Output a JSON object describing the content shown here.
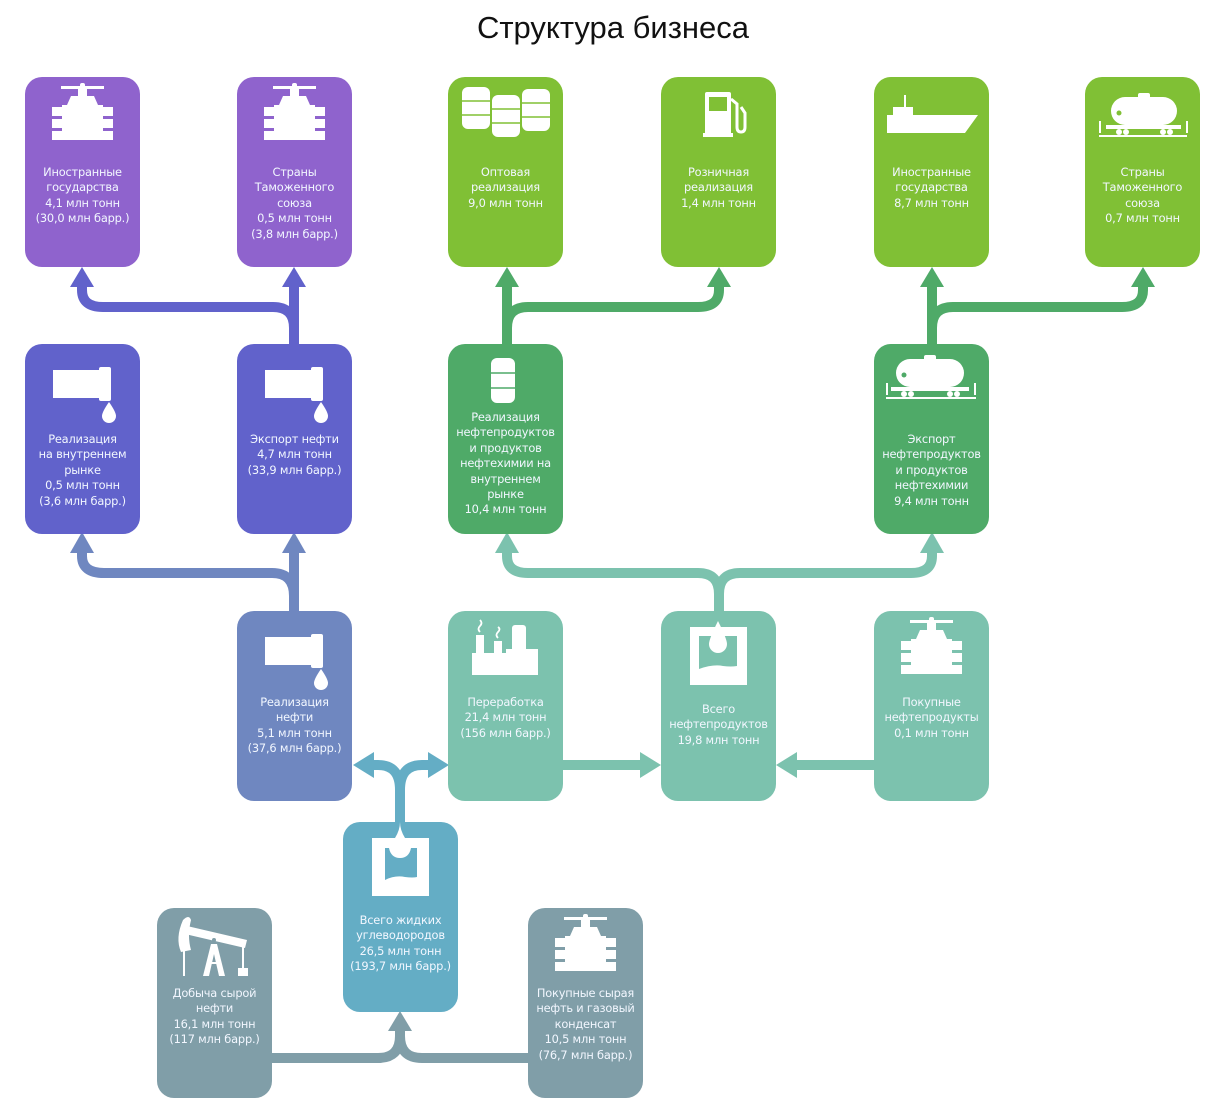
{
  "title": "Структура бизнеса",
  "colors": {
    "purple": "#8f63cd",
    "indigo": "#6162cb",
    "slate_blue": "#6f87c0",
    "lime": "#80c035",
    "green": "#4faa68",
    "teal": "#7cc2ae",
    "cyan": "#64adc5",
    "gray_blue": "#809ea8"
  },
  "nodes": {
    "crude_foreign": {
      "lines": [
        "Иностранные",
        "государства",
        "4,1 млн тонн",
        "(30,0 млн барр.)"
      ],
      "icon": "valve-icon"
    },
    "crude_customs_union": {
      "lines": [
        "Страны",
        "Таможенного",
        "союза",
        "0,5 млн тонн",
        "(3,8 млн барр.)"
      ],
      "icon": "valve-icon"
    },
    "wholesale": {
      "lines": [
        "Оптовая",
        "реализация",
        "9,0 млн тонн"
      ],
      "icon": "barrels-icon"
    },
    "retail": {
      "lines": [
        "Розничная",
        "реализация",
        "1,4 млн тонн"
      ],
      "icon": "fuel-pump-icon"
    },
    "products_foreign": {
      "lines": [
        "Иностранные",
        "государства",
        "8,7 млн тонн"
      ],
      "icon": "tanker-ship-icon"
    },
    "products_customs_union": {
      "lines": [
        "Страны",
        "Таможенного",
        "союза",
        "0,7 млн тонн"
      ],
      "icon": "rail-tank-car-icon"
    },
    "crude_domestic": {
      "lines": [
        "Реализация",
        "на внутреннем",
        "рынке",
        "0,5 млн тонн",
        "(3,6 млн барр.)"
      ],
      "icon": "pipe-drop-icon"
    },
    "crude_export": {
      "lines": [
        "Экспорт нефти",
        "4,7 млн тонн",
        "(33,9 млн барр.)"
      ],
      "icon": "pipe-drop-icon"
    },
    "products_domestic": {
      "lines": [
        "Реализация",
        "нефтепродуктов",
        "и продуктов",
        "нефтехимии на",
        "внутреннем",
        "рынке",
        "10,4 млн тонн"
      ],
      "icon": "barrel-icon"
    },
    "products_export": {
      "lines": [
        "Экспорт",
        "нефтепродуктов",
        "и продуктов",
        "нефтехимии",
        "9,4 млн тонн"
      ],
      "icon": "rail-tank-car-icon"
    },
    "crude_sales": {
      "lines": [
        "Реализация",
        "нефти",
        "5,1 млн тонн",
        "(37,6 млн барр.)"
      ],
      "icon": "pipe-drop-icon"
    },
    "refining": {
      "lines": [
        "Переработка",
        "21,4 млн тонн",
        "(156 млн барр.)"
      ],
      "icon": "refinery-icon"
    },
    "total_products": {
      "lines": [
        "Всего",
        "нефтепродуктов",
        "19,8 млн тонн"
      ],
      "icon": "tank-drop-icon"
    },
    "purchased_products": {
      "lines": [
        "Покупные",
        "нефтепродукты",
        "0,1 млн тонн"
      ],
      "icon": "valve-icon"
    },
    "total_liquids": {
      "lines": [
        "Всего жидких",
        "углеводородов",
        "26,5 млн тонн",
        "(193,7 млн барр.)"
      ],
      "icon": "tank-icon"
    },
    "crude_production": {
      "lines": [
        "Добыча сырой",
        "нефти",
        "16,1 млн тонн",
        "(117 млн барр.)"
      ],
      "icon": "pumpjack-icon"
    },
    "purchased_crude": {
      "lines": [
        "Покупные сырая",
        "нефть и газовый",
        "конденсат",
        "10,5 млн тонн",
        "(76,7 млн барр.)"
      ],
      "icon": "valve-icon"
    }
  }
}
